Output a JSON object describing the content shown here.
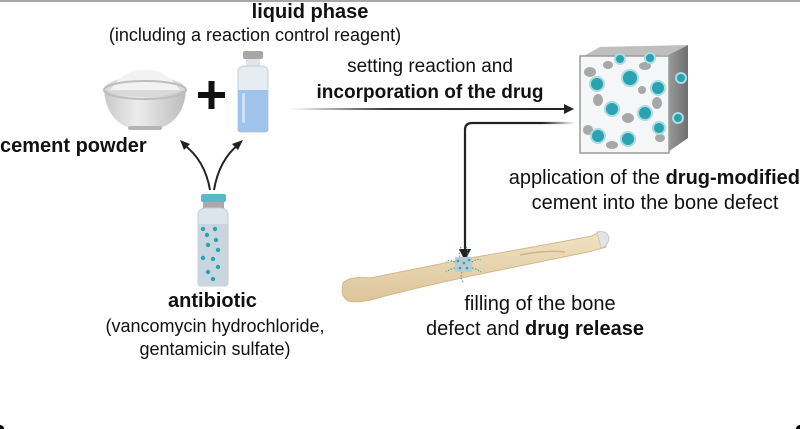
{
  "diagram": {
    "liquid_phase": {
      "title": "liquid phase",
      "subtitle": "(including a reaction control reagent)"
    },
    "cement_powder": {
      "label": "cement powder"
    },
    "plus_sign": "+",
    "antibiotic": {
      "title": "antibiotic",
      "line1": "(vancomycin hydrochloride,",
      "line2": "gentamicin sulfate)"
    },
    "step_setting": {
      "line1": "setting reaction and",
      "line2_bold": "incorporation of the drug"
    },
    "step_application": {
      "line1_regular": "application of the ",
      "line1_bold": "drug-modified",
      "line2": "cement into the bone defect"
    },
    "step_filling": {
      "line1": "filling of the bone",
      "line2_regular": "defect and ",
      "line2_bold": "drug release"
    },
    "colors": {
      "drug_teal": "#2aa3b0",
      "liquid_blue": "#9fc3ea",
      "bone": "#e9d6b0",
      "arrow": "#222222",
      "cap_teal": "#5bb8c8"
    },
    "icons": [
      "bowl-with-powder-icon",
      "liquid-vial-icon",
      "antibiotic-vial-icon",
      "porous-cement-cube-icon",
      "bone-with-defect-icon"
    ]
  }
}
